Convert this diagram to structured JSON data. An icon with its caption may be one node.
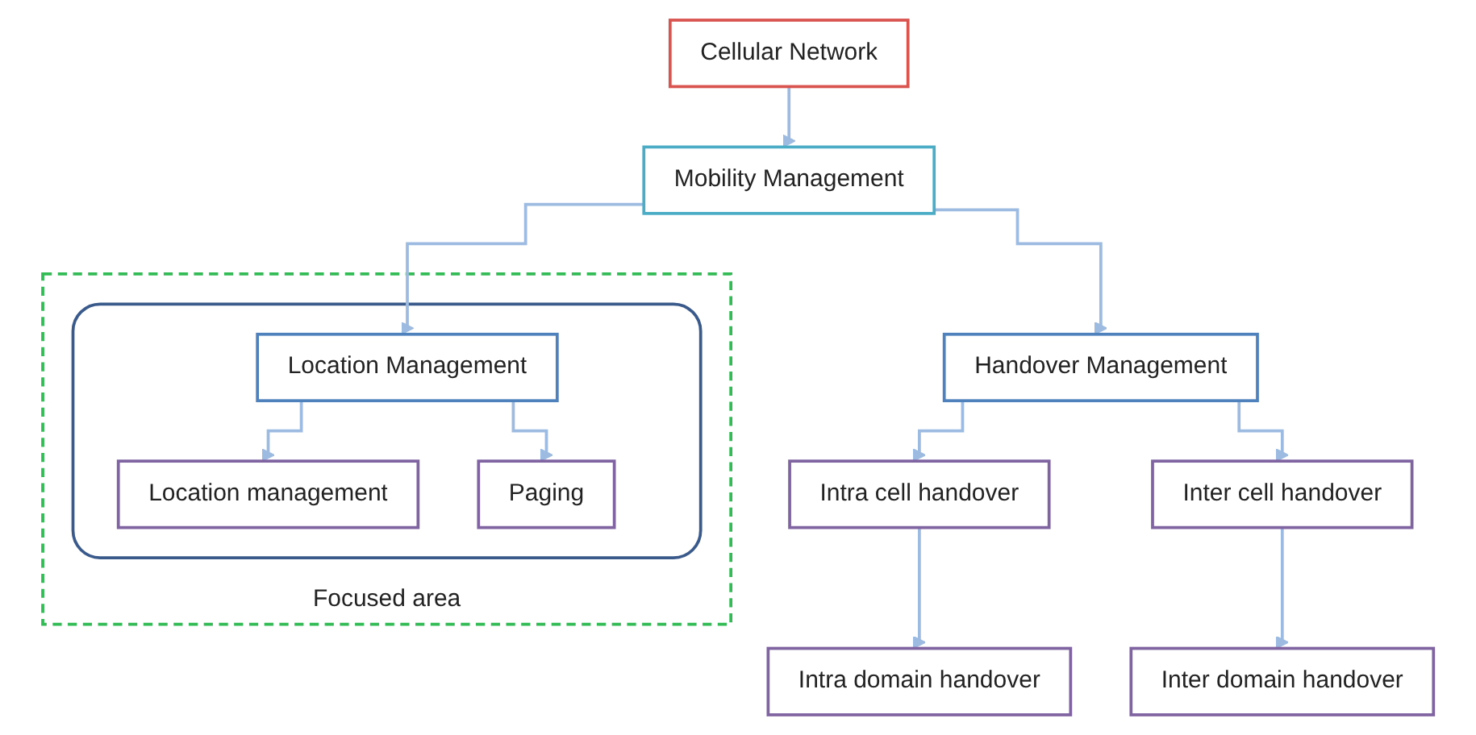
{
  "diagram": {
    "nodes": [
      {
        "text": [
          "Cellular Network"
        ]
      },
      {
        "text": [
          "Mobility Management"
        ]
      },
      {
        "text": [
          "Focused area"
        ]
      },
      {
        "text": [],
        "shape": "box",
        "in": 2
      },
      {
        "text": [
          "Location Management"
        ],
        "in": 3
      },
      {
        "text": [
          "Location management"
        ],
        "in": 3
      },
      {
        "text": [
          "Paging"
        ],
        "in": 3
      },
      {
        "text": [
          "Handover Management"
        ]
      },
      {
        "text": [
          "Intra cell handover"
        ]
      },
      {
        "text": [
          "Inter cell handover"
        ]
      },
      {
        "text": [
          "Intra domain handover"
        ]
      },
      {
        "text": [
          "Inter domain handover"
        ]
      }
    ],
    "edges": [
      {
        "from": 0,
        "to": 1,
        "arrow": "to"
      },
      {
        "from": 1,
        "to": 4,
        "arrow": "to"
      },
      {
        "from": 1,
        "to": 7,
        "arrow": "to"
      },
      {
        "from": 4,
        "to": 5,
        "arrow": "to"
      },
      {
        "from": 4,
        "to": 6,
        "arrow": "to"
      },
      {
        "from": 7,
        "to": 8,
        "arrow": "to"
      },
      {
        "from": 7,
        "to": 9,
        "arrow": "to"
      },
      {
        "from": 8,
        "to": 10,
        "arrow": "to"
      },
      {
        "from": 9,
        "to": 11,
        "arrow": "to"
      }
    ]
  }
}
